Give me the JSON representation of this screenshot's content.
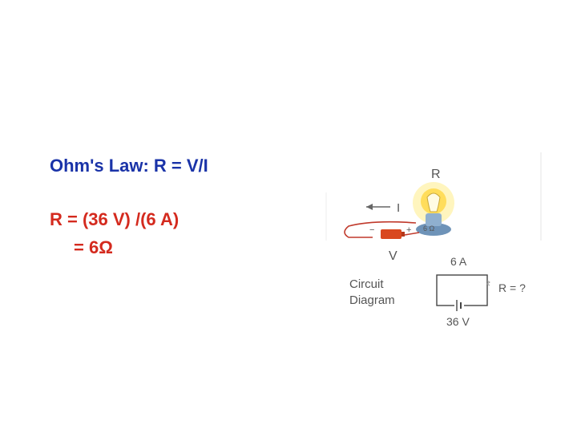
{
  "slide": {
    "title": "Ohm's Law: R = V/I",
    "equation_line1": "R = (36 V) /(6 A)",
    "equation_line2": "= 6Ω"
  },
  "illustration": {
    "label_r": "R",
    "label_i": "I",
    "label_v": "V",
    "bulb_label": "6 Ω",
    "battery_minus": "−",
    "battery_plus": "+"
  },
  "circuit_diagram": {
    "caption_line1": "Circuit",
    "caption_line2": "Diagram",
    "current": "6 A",
    "resistance": "R = ?",
    "voltage": "36 V"
  },
  "colors": {
    "title": "#1a33a8",
    "equation": "#d42a1e",
    "wire": "#c0392b",
    "battery": "#d9481f",
    "bulb_glow": "#ffd84a",
    "bulb_base": "#6e93b8"
  }
}
